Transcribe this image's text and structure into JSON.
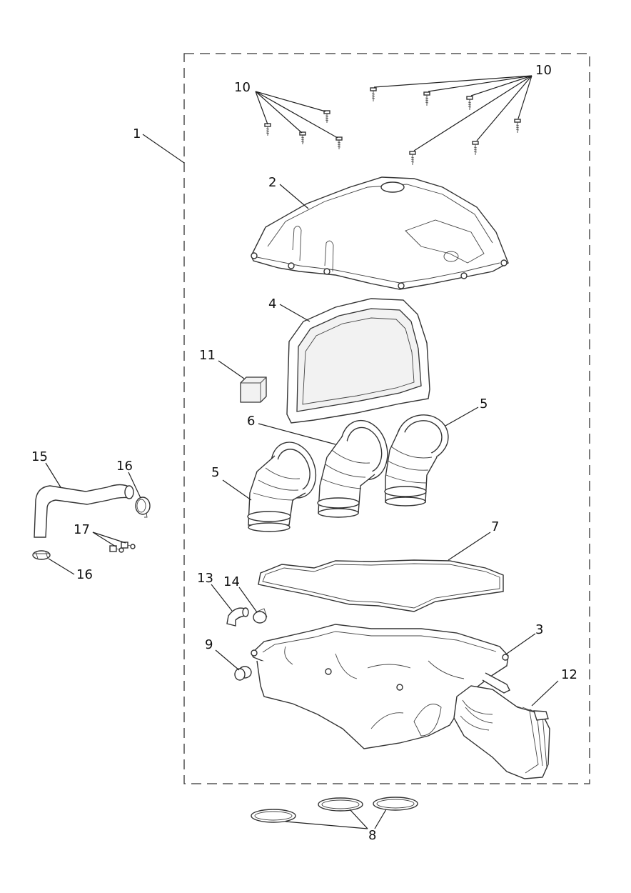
{
  "labels": {
    "l1": "1",
    "l2": "2",
    "l3": "3",
    "l4": "4",
    "l5a": "5",
    "l5b": "5",
    "l6": "6",
    "l7": "7",
    "l8": "8",
    "l9": "9",
    "l10a": "10",
    "l10b": "10",
    "l11": "11",
    "l12": "12",
    "l13": "13",
    "l14": "14",
    "l15": "15",
    "l16a": "16",
    "l16b": "16",
    "l17": "17"
  }
}
